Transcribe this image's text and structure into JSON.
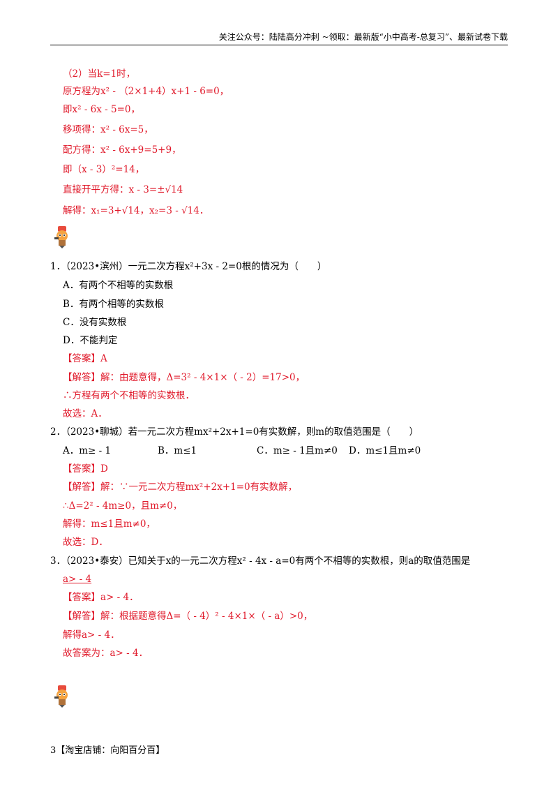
{
  "header": {
    "text": "关注公众号：陆陆高分冲刺 ~领取：最新版“小中高考-总复习”、最新试卷下载"
  },
  "solution_part2": [
    "（2）当k=1时，",
    "原方程为x² - （2×1+4）x+1 - 6=0，",
    "即x² - 6x - 5=0，",
    "移项得：x² - 6x=5，",
    "配方得：x² - 6x+9=5+9，",
    "即（x - 3）²=14，",
    "直接开平方得：x - 3=±√14",
    "解得：x₁=3+√14，x₂=3 - √14．"
  ],
  "q1": {
    "stem": "1．（2023•滨州）一元二次方程x²+3x - 2=0根的情况为（　　）",
    "options": [
      "A．有两个不相等的实数根",
      "B．有两个相等的实数根",
      "C．没有实数根",
      "D．不能判定"
    ],
    "answer": "【答案】A",
    "solution": [
      "【解答】解：由题意得，Δ=3² - 4×1×（ - 2）=17>0，",
      "∴方程有两个不相等的实数根．",
      "故选：A．"
    ]
  },
  "q2": {
    "stem": "2．（2023•聊城）若一元二次方程mx²+2x+1=0有实数解，则m的取值范围是（　　）",
    "options": [
      "A．m≥ - 1",
      "B．m≤1",
      "C．m≥ - 1且m≠0",
      "D．m≤1且m≠0"
    ],
    "answer": "【答案】D",
    "solution": [
      "【解答】解：∵一元二次方程mx²+2x+1=0有实数解，",
      "∴Δ=2² - 4m≥0，且m≠0，",
      "解得：m≤1且m≠0，",
      "故选：D．"
    ]
  },
  "q3": {
    "stem": "3．（2023•泰安）已知关于x的一元二次方程x² - 4x - a=0有两个不相等的实数根，则a的取值范围是",
    "blank": "a> - 4",
    "answer": "【答案】a> - 4．",
    "solution": [
      "【解答】解：根据题意得Δ=（ - 4）² - 4×1×（ - a）>0，",
      "解得a> - 4．",
      "故答案为：a> - 4．"
    ]
  },
  "footer": {
    "text": "3【淘宝店铺：向阳百分百】"
  }
}
